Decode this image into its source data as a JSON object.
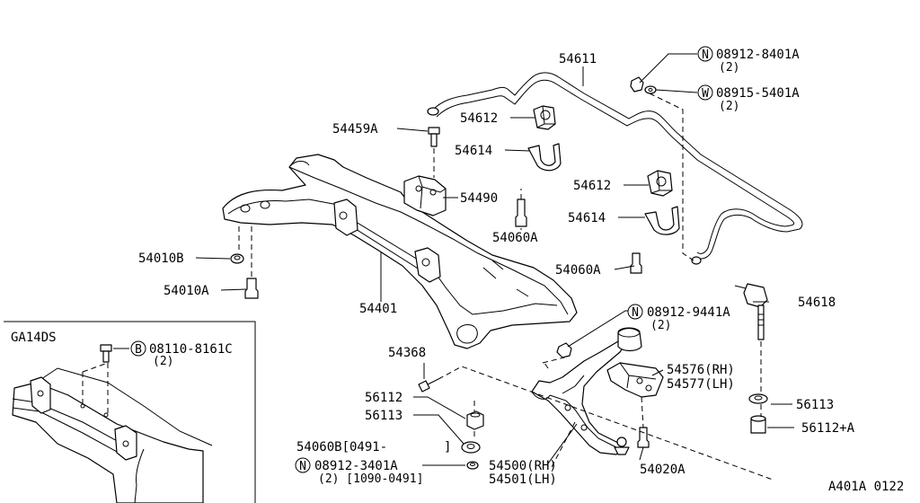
{
  "inset": {
    "title": "GA14DS"
  },
  "labels": {
    "p54611": "54611",
    "p_n_08912_8401a": "08912-8401A",
    "p_n_08912_8401a_qty": "(2)",
    "p_w_08915_5401a": "08915-5401A",
    "p_w_08915_5401a_qty": "(2)",
    "p54612a": "54612",
    "p54459a": "54459A",
    "p54614a": "54614",
    "p54490": "54490",
    "p54612b": "54612",
    "p54614b": "54614",
    "p54060a_1": "54060A",
    "p54060a_2": "54060A",
    "p54618": "54618",
    "p54010b": "54010B",
    "p54010a": "54010A",
    "p54401": "54401",
    "p_n_08912_9441a": "08912-9441A",
    "p_n_08912_9441a_qty": "(2)",
    "p54368": "54368",
    "p54576": "54576(RH)",
    "p54577": "54577(LH)",
    "p56112": "56112",
    "p56113a": "56113",
    "p56113b": "56113",
    "p56112a": "56112+A",
    "p54060b": "54060B[0491-",
    "p54060b_close": "]",
    "p_n_08912_3401a": "08912-3401A",
    "p_n_08912_3401a_qty": "(2) [1090-0491]",
    "p54500": "54500(RH)",
    "p54501": "54501(LH)",
    "p54020a": "54020A",
    "p_b_08110_8161c": "08110-8161C",
    "p_b_08110_8161c_qty": "(2)",
    "footer_code": "A401A 0122"
  },
  "markers": {
    "N": "N",
    "W": "W",
    "B": "B"
  },
  "icons": {
    "stabilizer": "stabilizer-bar-icon",
    "crossmember": "crossmember-icon",
    "control_arm": "lower-control-arm-icon"
  }
}
